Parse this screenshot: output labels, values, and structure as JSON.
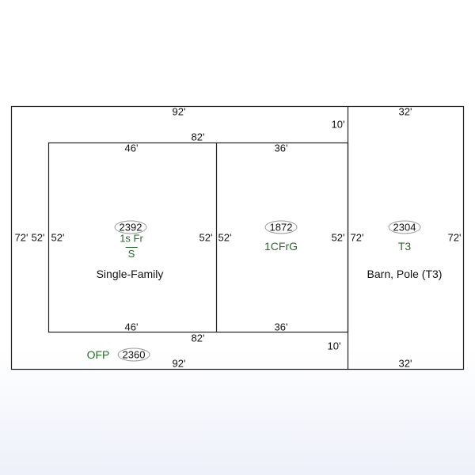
{
  "dimensions": {
    "outer_top": "92'",
    "outer_bottom": "92'",
    "outer_left": "72'",
    "sf_left_outer": "52'",
    "sf_left": "52'",
    "sf_top": "46'",
    "sf_bottom": "46'",
    "sf_right": "52'",
    "top_82": "82'",
    "bottom_82": "82'",
    "g_left": "52'",
    "g_top": "36'",
    "g_bottom": "36'",
    "g_right": "52'",
    "top_10": "10'",
    "bottom_10": "10'",
    "barn_top": "32'",
    "barn_bottom": "32'",
    "barn_left": "72'",
    "barn_right": "72'"
  },
  "areas": [
    {
      "id": "2392",
      "code": "1s Fr",
      "sub": "S",
      "label": "Single-Family"
    },
    {
      "id": "1872",
      "code": "1CFrG"
    },
    {
      "id": "2304",
      "code": "T3",
      "label": "Barn, Pole (T3)"
    },
    {
      "id": "2360",
      "code": "OFP"
    }
  ]
}
